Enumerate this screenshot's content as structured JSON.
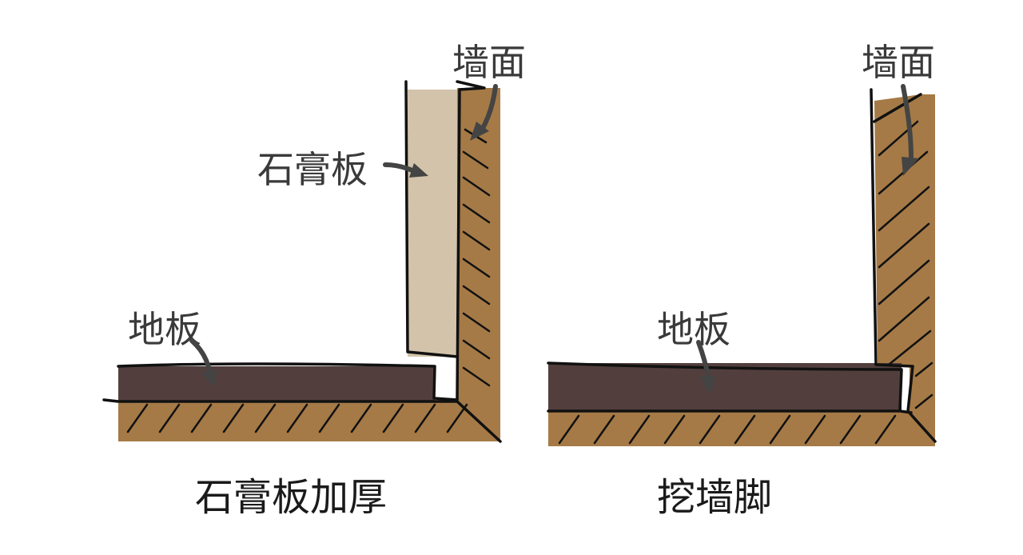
{
  "left_panel": {
    "wall_label": "墙面",
    "gypsum_label": "石膏板",
    "floor_label": "地板",
    "caption": "石膏板加厚"
  },
  "right_panel": {
    "wall_label": "墙面",
    "floor_label": "地板",
    "caption": "挖墙脚"
  },
  "colors": {
    "wall": "#a57a47",
    "gypsum": "#d2c3aa",
    "floor": "#523f3d",
    "ground": "#a57a47"
  }
}
